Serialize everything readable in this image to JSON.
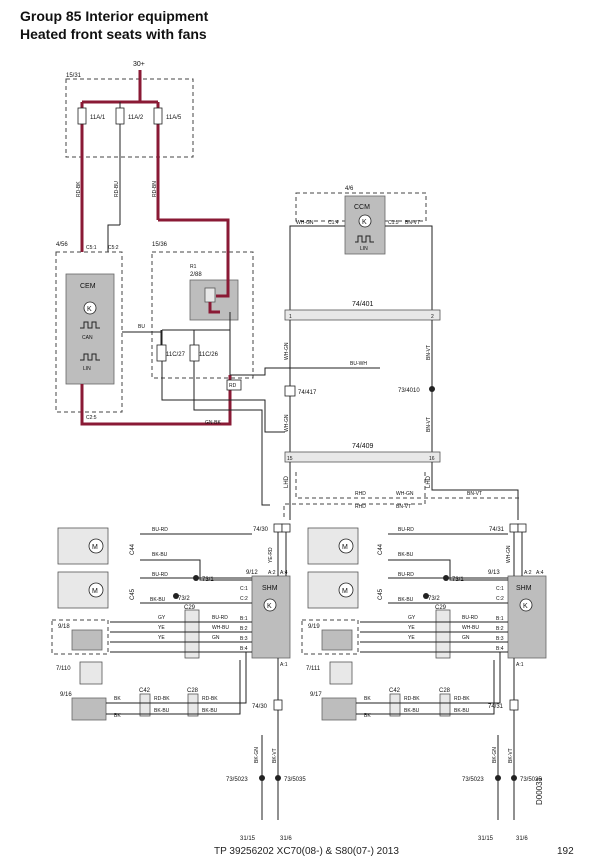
{
  "header": {
    "title_line1": "Group 85 Interior equipment",
    "title_line2": "Heated front seats with fans"
  },
  "footer": {
    "text": "TP 39256202 XC70(08-) & S80(07-) 2013",
    "page": "192",
    "doc_id": "D00031"
  },
  "colors": {
    "power_wire": "#8a1a35",
    "module_fill": "#bdbdbd"
  },
  "diagram": {
    "supply": {
      "label": "30+",
      "fusebox": "15/31",
      "fuses": [
        "11A/1",
        "11A/2",
        "11A/5"
      ],
      "wires": [
        "RD-BK",
        "RD-BU",
        "RD-BN"
      ]
    },
    "cem": {
      "ref": "4/56",
      "name": "CEM",
      "pins": [
        "C5:1",
        "C5:2",
        "C2:5"
      ],
      "bus1": "CAN",
      "bus2": "LIN"
    },
    "relay": {
      "box": "15/36",
      "relay": "2/88",
      "relay_sub": "R1",
      "fuse1": "11C/27",
      "fuse2": "11C/26",
      "bu": "BU",
      "rd": "RD"
    },
    "ccm": {
      "ref": "4/6",
      "name": "CCM",
      "pin_left": "C1:4",
      "pin_right": "C1:5",
      "wire_left": "WH-GN",
      "wire_right": "BN-VT",
      "bus": "LIN"
    },
    "connectors": {
      "c1": "74/401",
      "c2": "74/409",
      "c3": "74/417",
      "c4": "73/4010",
      "pin_a": "1",
      "pin_b": "2",
      "pin_c": "15",
      "pin_d": "16"
    },
    "wires": {
      "wh_gn": "WH-GN",
      "bn_vt": "BN-VT",
      "bu_wh": "BU-WH",
      "gn_bk": "GN-BK",
      "lhd": "LHD",
      "rhd": "RHD",
      "bu_rd": "BU-RD",
      "bk_bu": "BK-BU",
      "gy": "GY",
      "ye": "YE",
      "gn": "GN",
      "wh_bu": "WH-BU",
      "rd_bk": "RD-BK",
      "bk": "BK",
      "ye_rd": "YE-RD",
      "bk_gn": "BK-GN",
      "bk_vt": "BK-VT"
    },
    "left_seat": {
      "conn": "74/30",
      "shm": "9/12",
      "shm_name": "SHM",
      "fan1": "C44",
      "fan2": "C45",
      "splice1": "73/1",
      "splice2": "73/2",
      "c29": "C29",
      "c42": "C42",
      "c28": "C28",
      "heat1": "9/18",
      "sensor": "7/110",
      "heat2": "9/16",
      "conn_lower": "74/30",
      "splice3": "73/5023",
      "splice4": "73/5035",
      "gnd1": "31/15",
      "gnd2": "31/6",
      "pins": [
        "C:1",
        "C:2",
        "B:1",
        "B:2",
        "B:3",
        "B:4",
        "A:2",
        "A:4",
        "A:1"
      ]
    },
    "right_seat": {
      "conn": "74/31",
      "shm": "9/13",
      "shm_name": "SHM",
      "fan1": "C44",
      "fan2": "C45",
      "splice1": "73/1",
      "splice2": "73/2",
      "c29": "C29",
      "c42": "C42",
      "c28": "C28",
      "heat1": "9/19",
      "sensor": "7/111",
      "heat2": "9/17",
      "conn_lower": "74/31",
      "splice3": "73/5023",
      "splice4": "73/5035",
      "gnd1": "31/15",
      "gnd2": "31/6",
      "pins": [
        "C:1",
        "C:2",
        "B:1",
        "B:2",
        "B:3",
        "B:4",
        "A:2",
        "A:4",
        "A:1"
      ]
    }
  }
}
